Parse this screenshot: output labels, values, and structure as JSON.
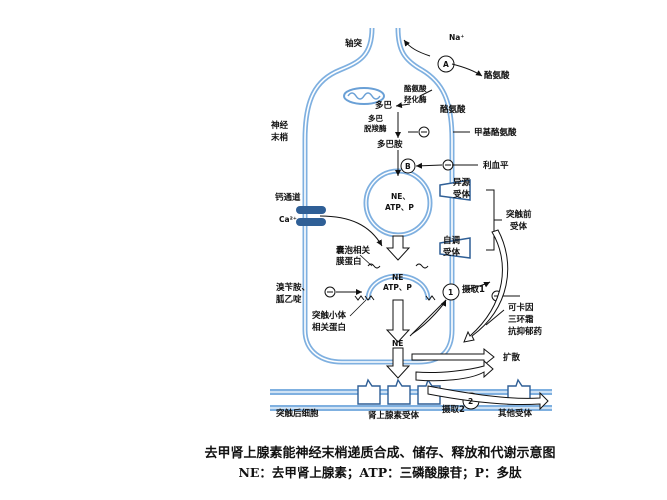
{
  "labels": {
    "axon": "轴突",
    "sodium": "Na⁺",
    "enzyme_a": "A",
    "tyrosine_top": "酪氨酸",
    "tyrosine_hydroxylase": "酪氨酸\n羟化酶",
    "tyrosine_mid": "酪氨酸",
    "dopa": "多巴",
    "dopa_decarboxylase": "多巴\n脱羧酶",
    "dopamine": "多巴胺",
    "methyltyrosine": "甲基酪氨酸",
    "reserpine": "利血平",
    "vesicle_b": "B",
    "vesicle_content": "NE、\nATP、P",
    "nerve_terminal": "神经\n末梢",
    "calcium_channel": "钙通道",
    "calcium_ion": "Ca²⁺",
    "heteroreceptor": "异源\n受体",
    "presynaptic_receptor": "突触前\n受体",
    "autoreceptor": "自调\n受体",
    "vesicle_protein": "囊泡相关\n膜蛋白",
    "release_content": "NE\nATP、P",
    "bretylium": "溴苄胺、\n胍乙啶",
    "synaptosome_protein": "突触小体\n相关蛋白",
    "uptake1_num": "1",
    "uptake1": "摄取1",
    "uptake_drugs": "可卡因\n三环霜\n抗抑郁药",
    "ne_cleft": "NE",
    "diffusion": "扩散",
    "uptake2_num": "2",
    "uptake2": "摄取2",
    "postsynaptic_cell": "突触后细胞",
    "adrenoceptor": "肾上腺素受体",
    "other_receptor": "其他受体",
    "minus": "⊖"
  },
  "caption": {
    "line1": "去甲肾上腺素能神经末梢递质合成、储存、释放和代谢示意图",
    "line2": "NE：去甲肾上腺素；ATP：三磷酸腺苷；P：多肽"
  },
  "colors": {
    "membrane": "#7fb0e0",
    "membrane_dark": "#2f5f96",
    "arrow_fill": "#ffffff",
    "text": "#111111"
  }
}
